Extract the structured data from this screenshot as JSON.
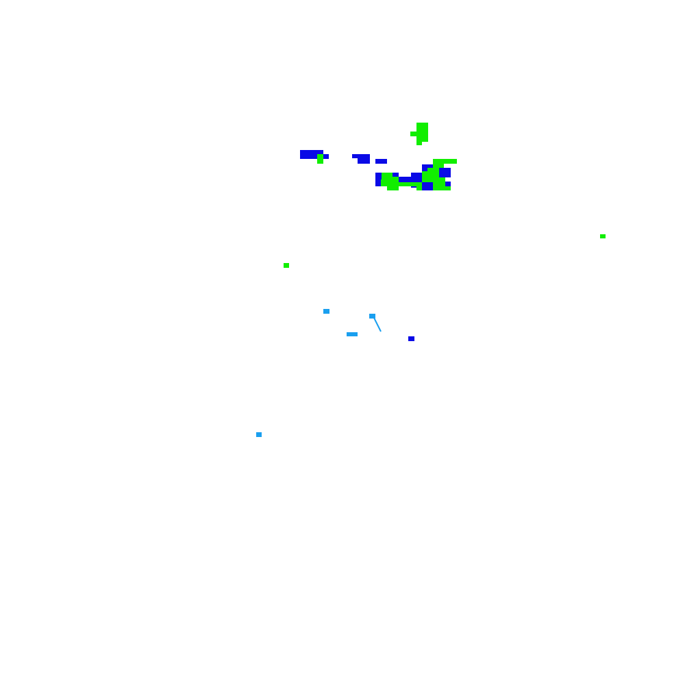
{
  "legend": {
    "layers": [
      {
        "key": "blue",
        "color": "#0a0ae6"
      },
      {
        "key": "green",
        "color": "#11ee00"
      },
      {
        "key": "light-blue",
        "color": "#1a9fef"
      }
    ]
  },
  "background_color": "#ffffff"
}
